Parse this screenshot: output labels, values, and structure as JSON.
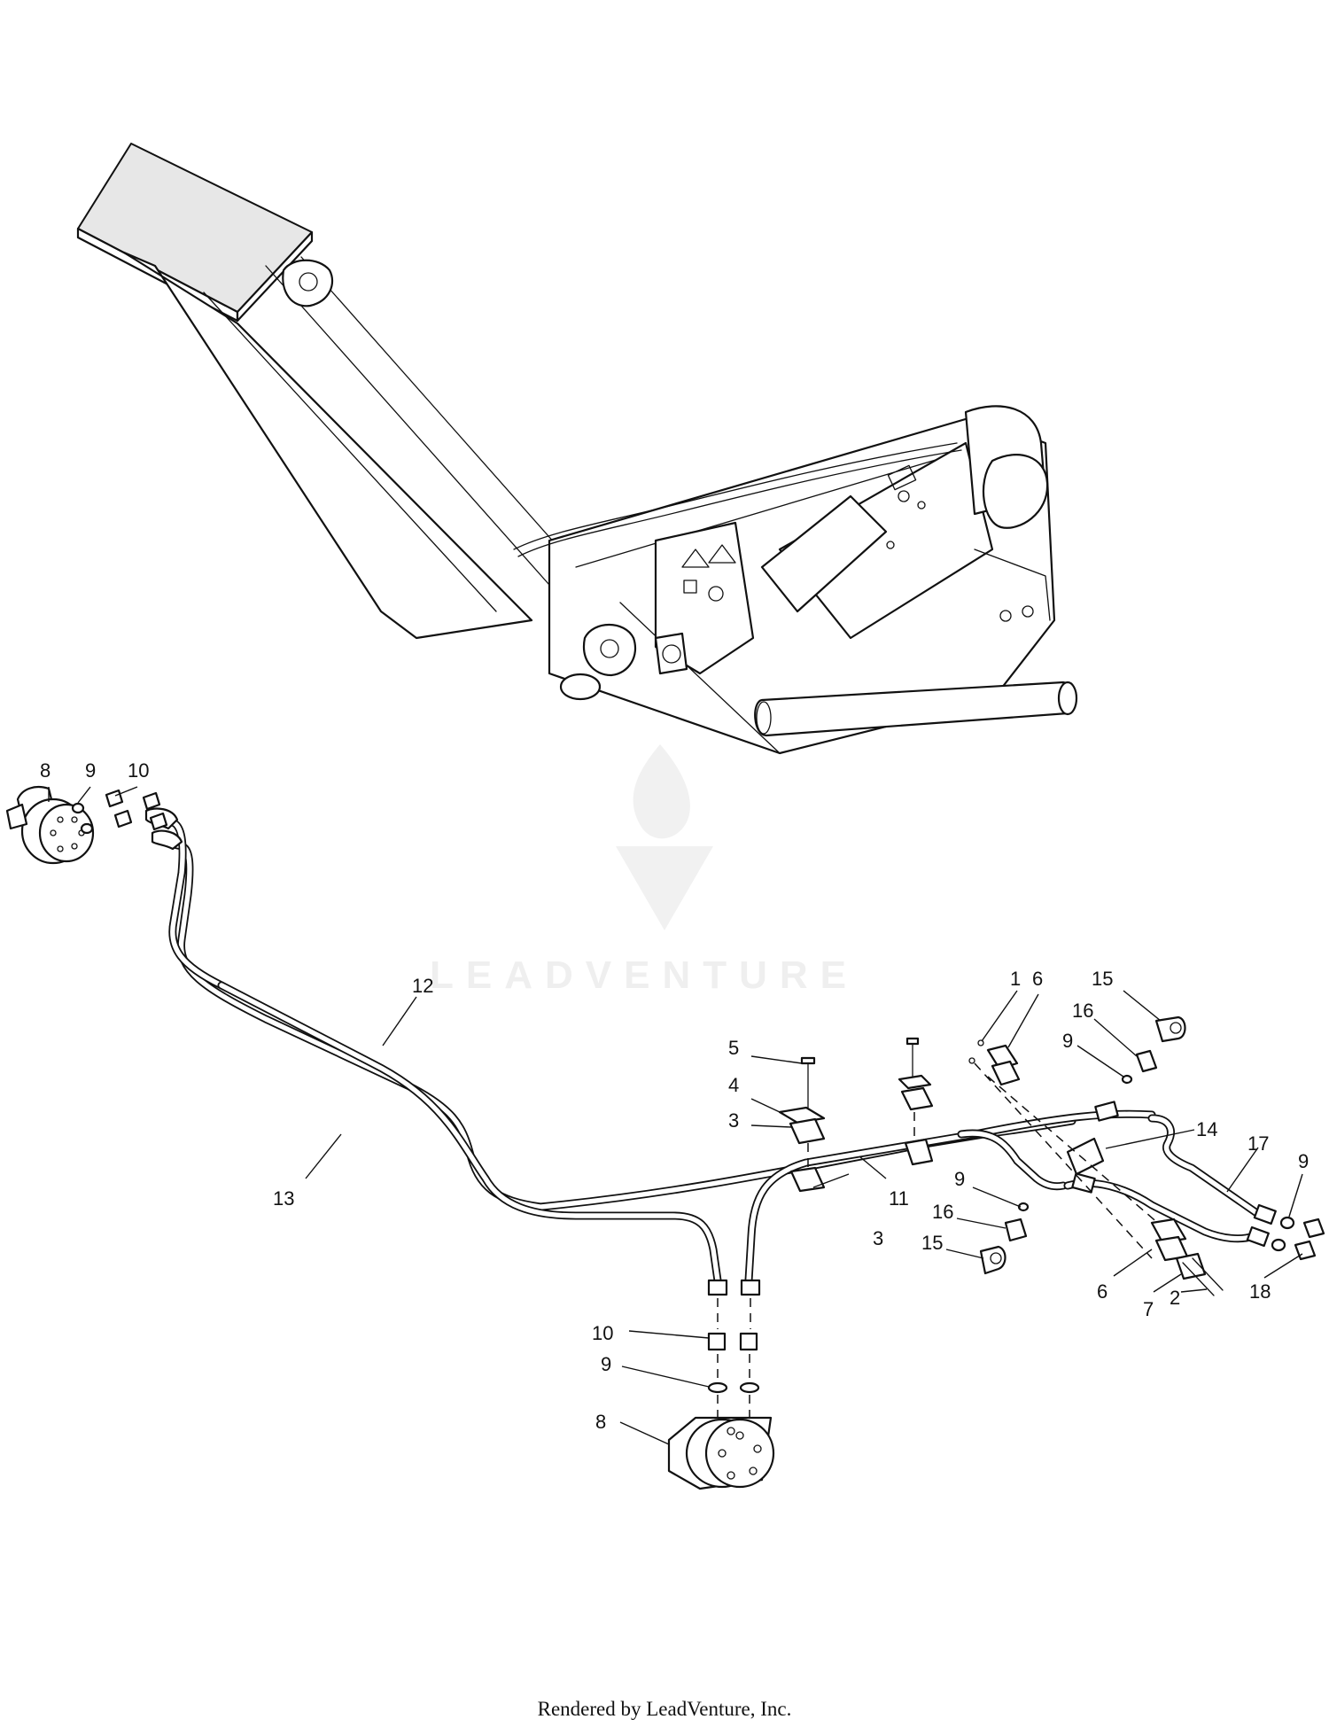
{
  "watermark": {
    "brand": "LEADVENTURE"
  },
  "footer": {
    "text": "Rendered by LeadVenture, Inc."
  },
  "callouts": [
    {
      "id": "c-8-top",
      "label": "8"
    },
    {
      "id": "c-9-top",
      "label": "9"
    },
    {
      "id": "c-10-top",
      "label": "10"
    },
    {
      "id": "c-12",
      "label": "12"
    },
    {
      "id": "c-13",
      "label": "13"
    },
    {
      "id": "c-5",
      "label": "5"
    },
    {
      "id": "c-4",
      "label": "4"
    },
    {
      "id": "c-3-top",
      "label": "3"
    },
    {
      "id": "c-3-bottom",
      "label": "3"
    },
    {
      "id": "c-11",
      "label": "11"
    },
    {
      "id": "c-1",
      "label": "1"
    },
    {
      "id": "c-6-top",
      "label": "6"
    },
    {
      "id": "c-15-top",
      "label": "15"
    },
    {
      "id": "c-16-top",
      "label": "16"
    },
    {
      "id": "c-9-right",
      "label": "9"
    },
    {
      "id": "c-14",
      "label": "14"
    },
    {
      "id": "c-17",
      "label": "17"
    },
    {
      "id": "c-9-far-right",
      "label": "9"
    },
    {
      "id": "c-9-mid",
      "label": "9"
    },
    {
      "id": "c-16-mid",
      "label": "16"
    },
    {
      "id": "c-15-mid",
      "label": "15"
    },
    {
      "id": "c-6-bottom",
      "label": "6"
    },
    {
      "id": "c-7",
      "label": "7"
    },
    {
      "id": "c-2",
      "label": "2"
    },
    {
      "id": "c-18",
      "label": "18"
    },
    {
      "id": "c-10-bottom",
      "label": "10"
    },
    {
      "id": "c-9-bottom",
      "label": "9"
    },
    {
      "id": "c-8-bottom",
      "label": "8"
    }
  ]
}
